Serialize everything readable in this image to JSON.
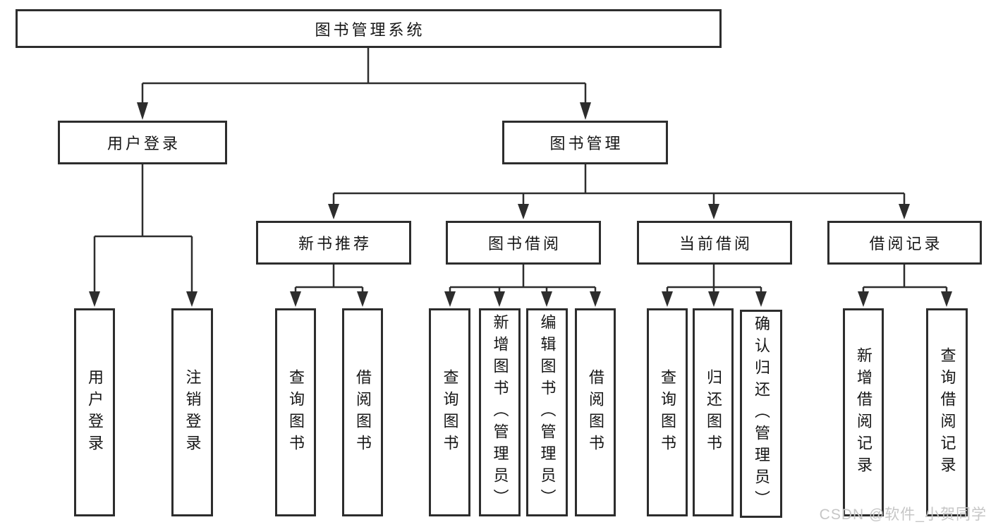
{
  "colors": {
    "background": "#ffffff",
    "line": "#2d2d2d",
    "box_border": "#2d2d2d",
    "text": "#161616",
    "watermark": "#c6c6c6"
  },
  "tree": {
    "root": {
      "label": "图书管理系统"
    },
    "branches": [
      {
        "label": "用户登录",
        "children": [
          {
            "label": "用户登录"
          },
          {
            "label": "注销登录"
          }
        ]
      },
      {
        "label": "图书管理",
        "children": [
          {
            "label": "新书推荐",
            "children": [
              {
                "label": "查询图书"
              },
              {
                "label": "借阅图书"
              }
            ]
          },
          {
            "label": "图书借阅",
            "children": [
              {
                "label": "查询图书"
              },
              {
                "label": "新增图书（管理员）"
              },
              {
                "label": "编辑图书（管理员）"
              },
              {
                "label": "借阅图书"
              }
            ]
          },
          {
            "label": "当前借阅",
            "children": [
              {
                "label": "查询图书"
              },
              {
                "label": "归还图书"
              },
              {
                "label": "确认归还（管理员）"
              }
            ]
          },
          {
            "label": "借阅记录",
            "children": [
              {
                "label": "新增借阅记录"
              },
              {
                "label": "查询借阅记录"
              }
            ]
          }
        ]
      }
    ]
  },
  "watermark": {
    "text": "CSDN @软件_小贺同学"
  }
}
